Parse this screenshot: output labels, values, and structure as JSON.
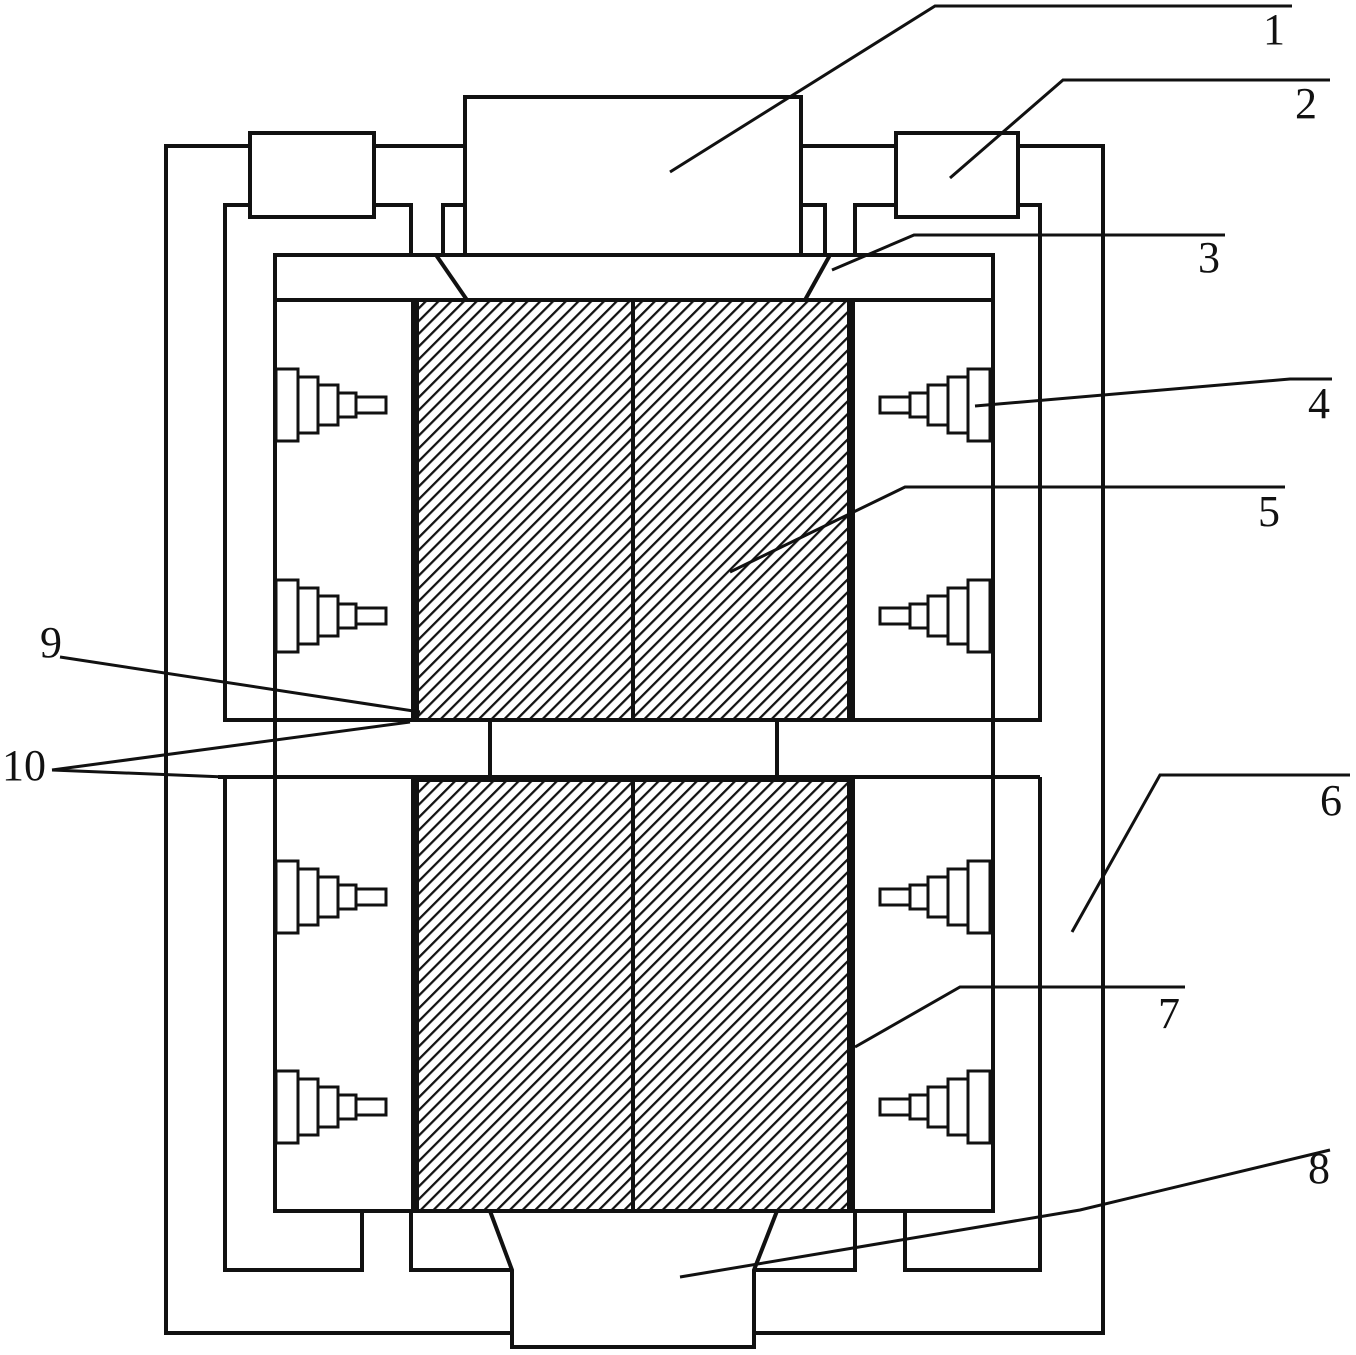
{
  "labels": {
    "l1": "1",
    "l2": "2",
    "l3": "3",
    "l4": "4",
    "l5": "5",
    "l6": "6",
    "l7": "7",
    "l8": "8",
    "l9": "9",
    "l10": "10"
  },
  "colors": {
    "line": "#111111",
    "background": "#ffffff",
    "hatch": "#111111"
  }
}
